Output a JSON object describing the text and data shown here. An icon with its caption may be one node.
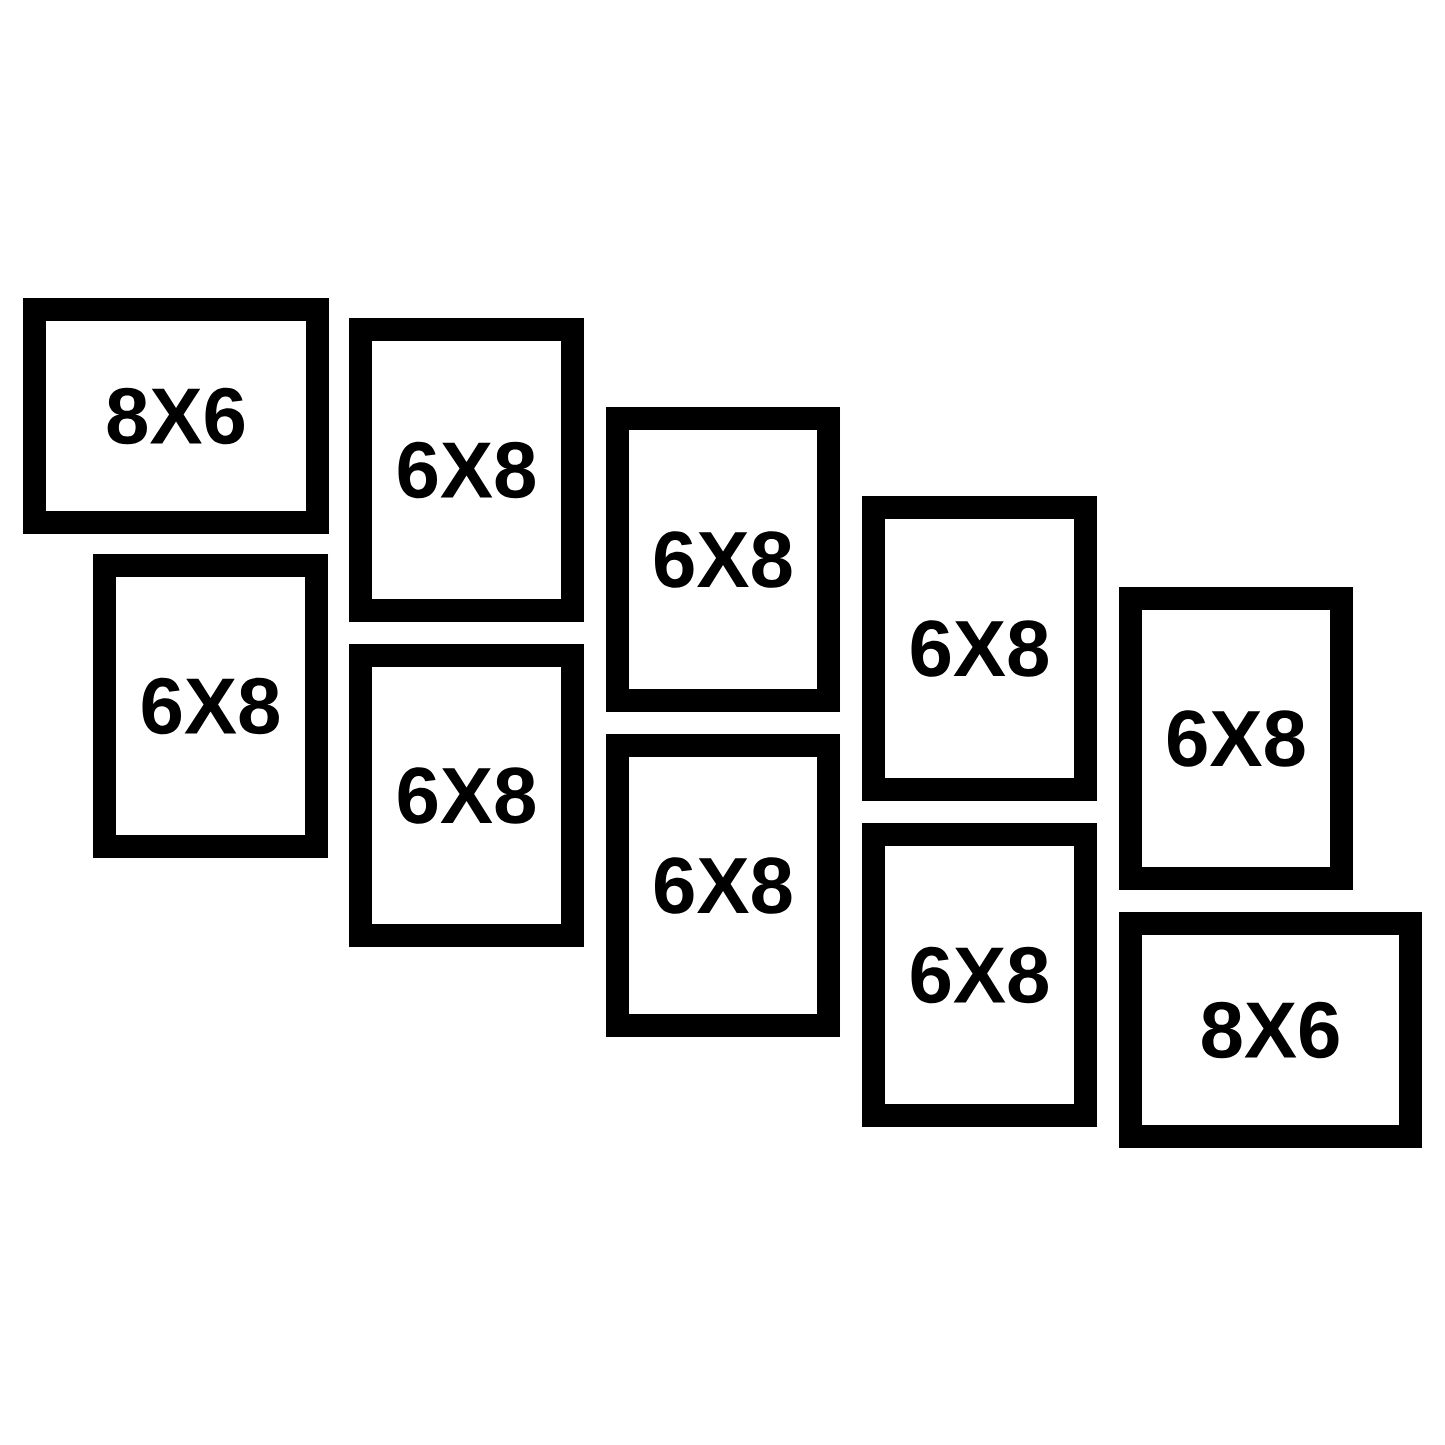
{
  "diagram": {
    "nodes": [
      {
        "text": [
          "8X6"
        ]
      },
      {
        "text": [
          "6X8"
        ]
      },
      {
        "text": [
          "6X8"
        ]
      },
      {
        "text": [
          "6X8"
        ]
      },
      {
        "text": [
          "6X8"
        ]
      },
      {
        "text": [
          "6X8"
        ]
      },
      {
        "text": [
          "6X8"
        ]
      },
      {
        "text": [
          "6X8"
        ]
      },
      {
        "text": [
          "6X8"
        ]
      },
      {
        "text": [
          "8X6"
        ]
      }
    ]
  }
}
